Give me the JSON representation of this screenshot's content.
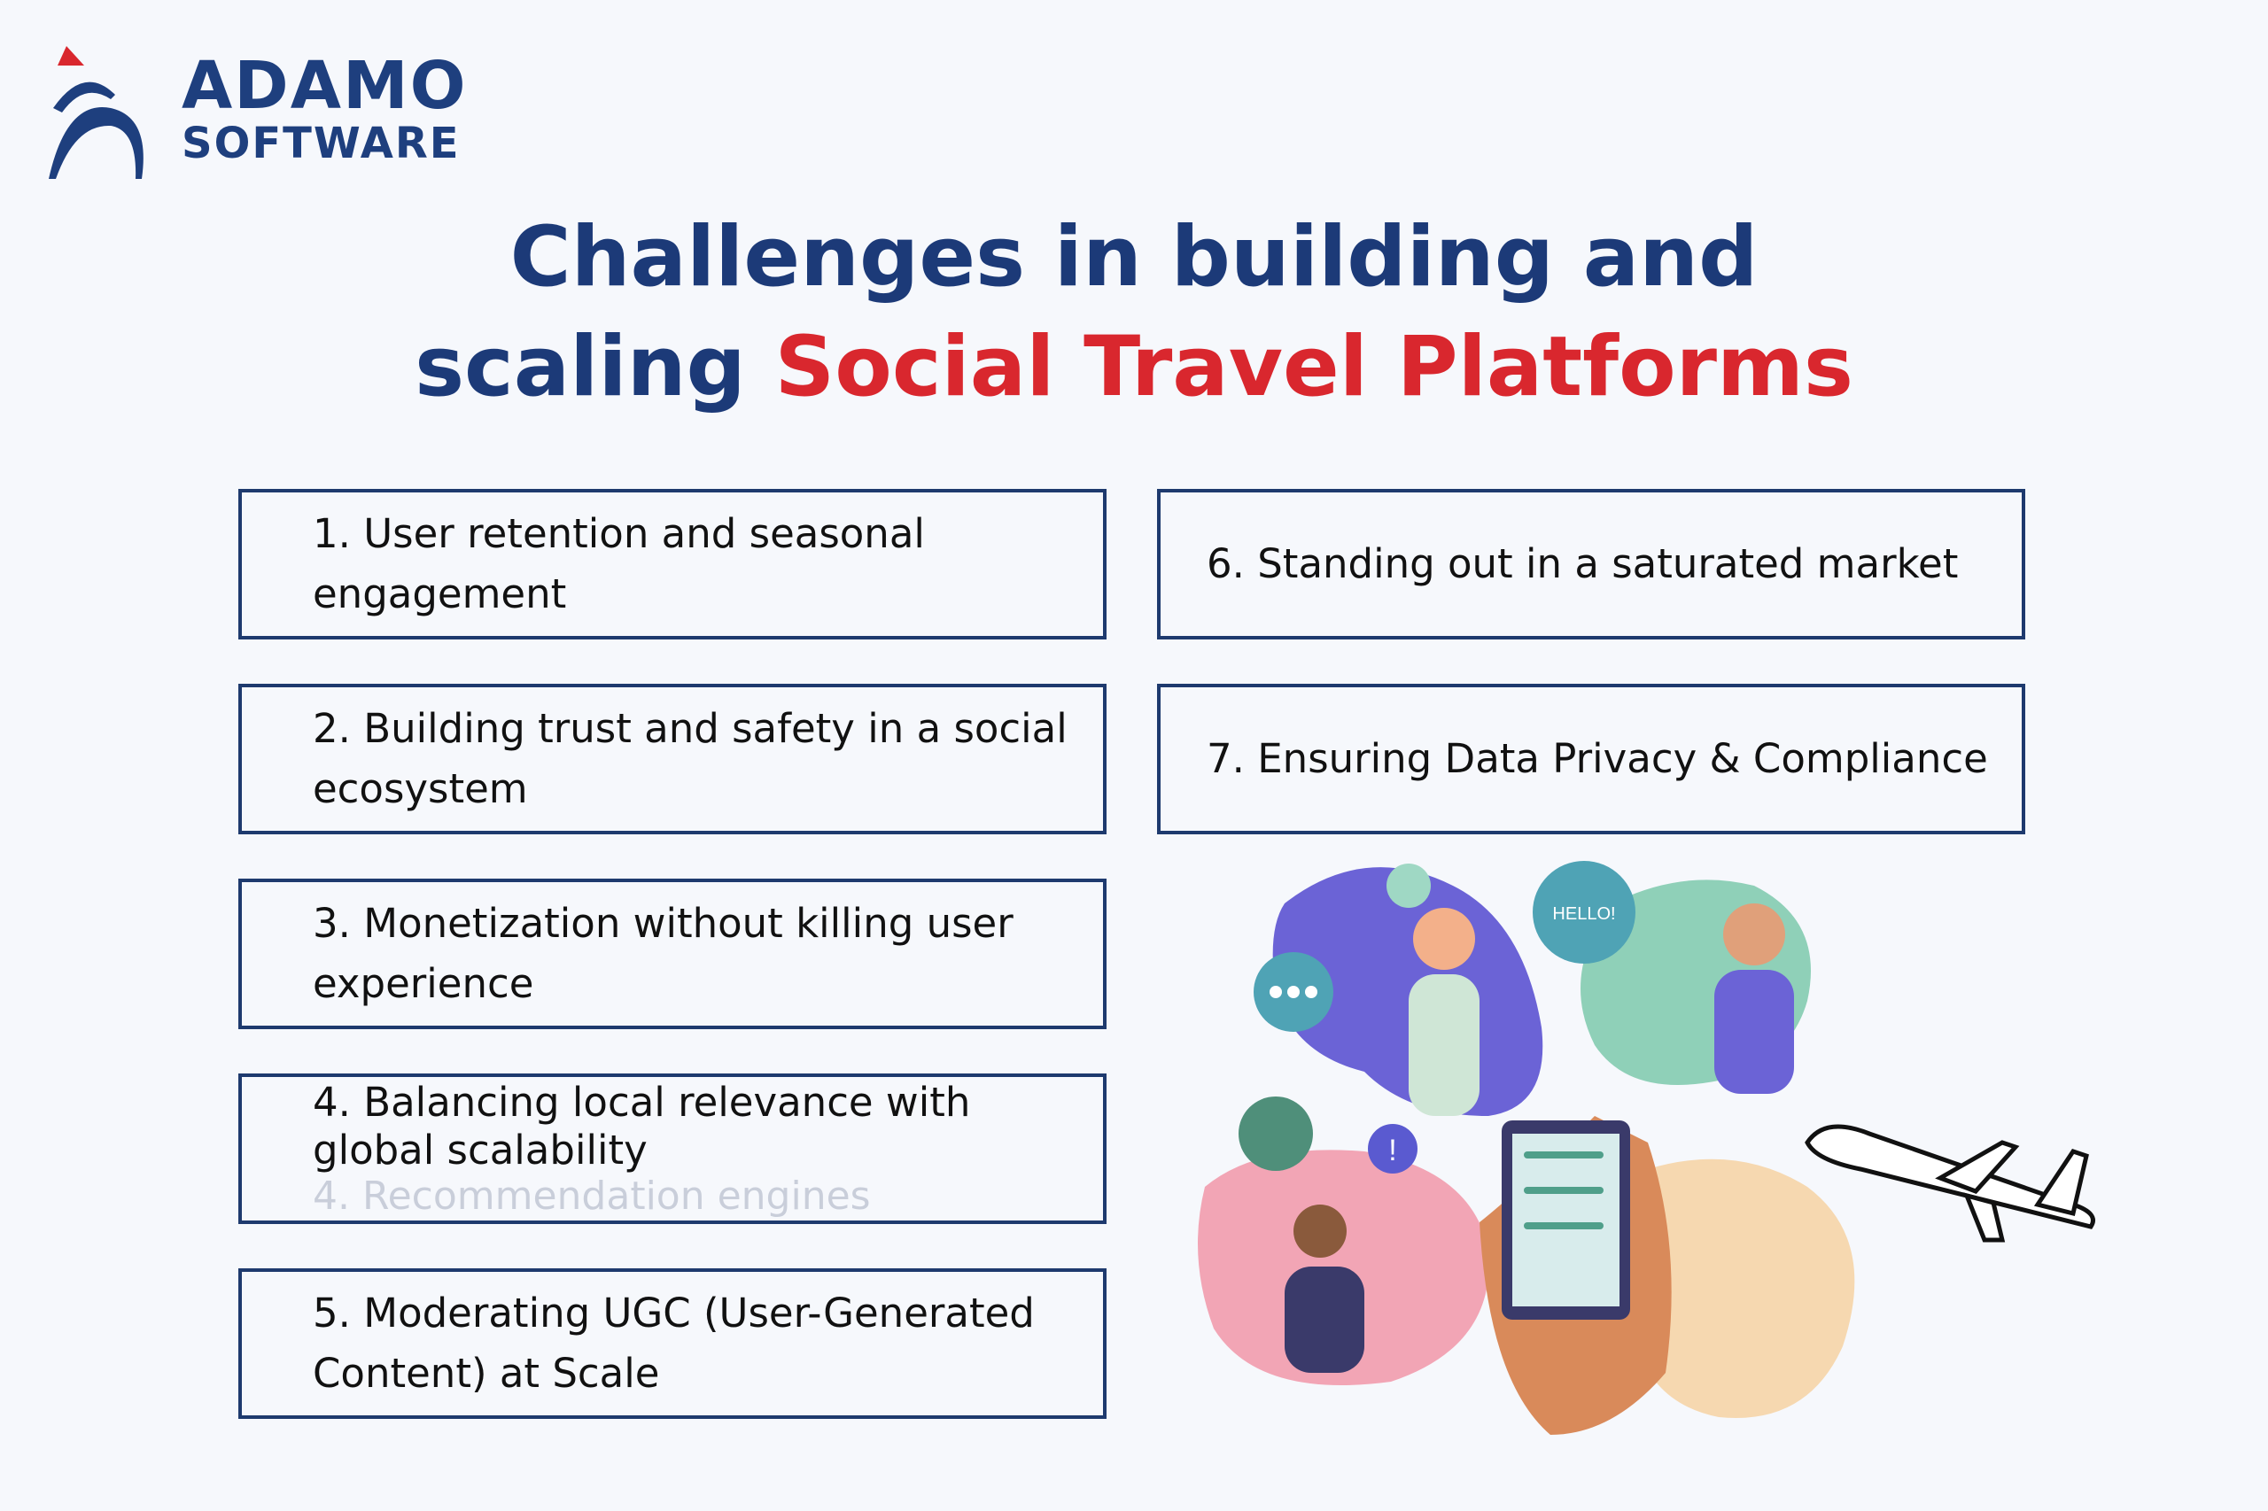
{
  "brand": {
    "name_line1": "ADAMO",
    "name_line2": "SOFTWARE",
    "primary_color": "#1e3f7e",
    "accent_color": "#d9272e"
  },
  "title": {
    "line1": "Challenges in building and",
    "line2_prefix": "scaling ",
    "line2_highlight": "Social Travel Platforms"
  },
  "challenges_left": [
    {
      "label": "1. User retention and seasonal engagement"
    },
    {
      "label": "2. Building trust and safety in a social ecosystem"
    },
    {
      "label": "3. Monetization without killing user experience"
    },
    {
      "label": "4. Balancing local relevance with global scalability",
      "ghost_text": "4. Recommendation engines"
    },
    {
      "label": "5. Moderating UGC (User-Generated Content) at Scale"
    }
  ],
  "challenges_right": [
    {
      "label": "6. Standing out in a saturated market"
    },
    {
      "label": "7. Ensuring Data Privacy & Compliance"
    }
  ],
  "illustration": {
    "speech_bubble": "HELLO!",
    "alert_bubble": "!"
  }
}
